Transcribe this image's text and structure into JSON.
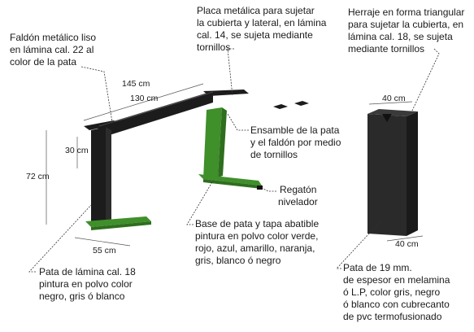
{
  "colors": {
    "black_part": "#1c1c1c",
    "black_side": "#2c2c2c",
    "green": "#3f8f2a",
    "green_dark": "#2e6e1e",
    "dark_gray": "#2a2a2a"
  },
  "labels": {
    "faldon": [
      "Faldón metálico liso",
      "en lámina cal. 22 al",
      "color de la pata"
    ],
    "placa": [
      "Placa metálica para sujetar",
      "la cubierta y lateral, en lámina",
      "cal. 14, se sujeta mediante",
      "tornillos"
    ],
    "herraje": [
      "Herraje en forma triangular",
      "para sujetar la cubierta, en",
      "lámina cal. 18, se sujeta",
      "mediante tornillos"
    ],
    "ensamble": [
      "Ensamble de la pata",
      "y el faldón por medio",
      "de tornillos"
    ],
    "regaton": [
      "Regatón",
      "nivelador"
    ],
    "base": [
      "Base de pata y tapa abatible",
      "pintura en polvo color verde,",
      "rojo, azul, amarillo, naranja,",
      "gris, blanco ó negro"
    ],
    "pata_lamina": [
      "Pata de lámina cal. 18",
      "pintura en polvo color",
      "negro, gris ó blanco"
    ],
    "pata_19": [
      "Pata de 19 mm.",
      "de espesor en melamina",
      "ó L.P, color gris, negro",
      "ó blanco con cubrecanto",
      "de pvc termofusionado"
    ]
  },
  "dimensions": {
    "w145": "145 cm",
    "w130": "130 cm",
    "h30": "30 cm",
    "h72": "72 cm",
    "d55": "55 cm",
    "w40_top": "40 cm",
    "w40_bottom": "40 cm"
  }
}
